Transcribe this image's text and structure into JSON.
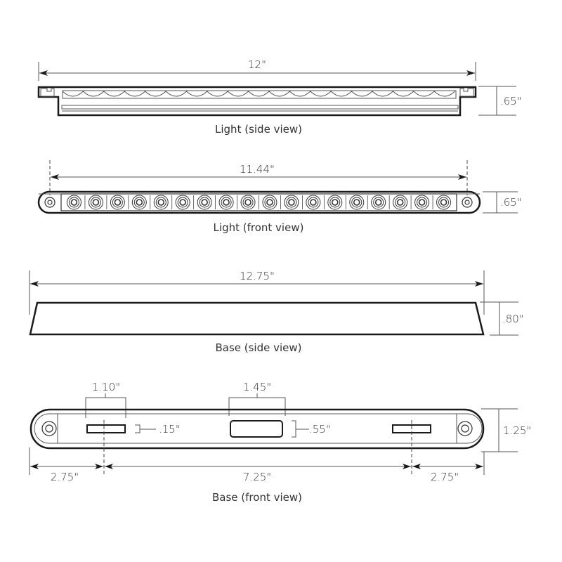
{
  "diagram": {
    "colors": {
      "line": "#1a1a1a",
      "dim_line": "#555555",
      "text": "#333333",
      "background": "#ffffff"
    },
    "views": [
      {
        "id": "light-side",
        "caption": "Light (side view)",
        "width_dim": "12\"",
        "height_dim": ".65\""
      },
      {
        "id": "light-front",
        "caption": "Light (front view)",
        "width_dim": "11.44\"",
        "height_dim": ".65\"",
        "led_count": 18
      },
      {
        "id": "base-side",
        "caption": "Base (side view)",
        "width_dim": "12.75\"",
        "height_dim": ".80\""
      },
      {
        "id": "base-front",
        "caption": "Base (front view)",
        "height_dim": "1.25\"",
        "slot_width_dim": "1.10\"",
        "slot_height_dim": ".15\"",
        "center_cutout_width_dim": "1.45\"",
        "center_cutout_height_dim": ".55\"",
        "left_offset_dim": "2.75\"",
        "center_span_dim": "7.25\"",
        "right_offset_dim": "2.75\""
      }
    ]
  }
}
